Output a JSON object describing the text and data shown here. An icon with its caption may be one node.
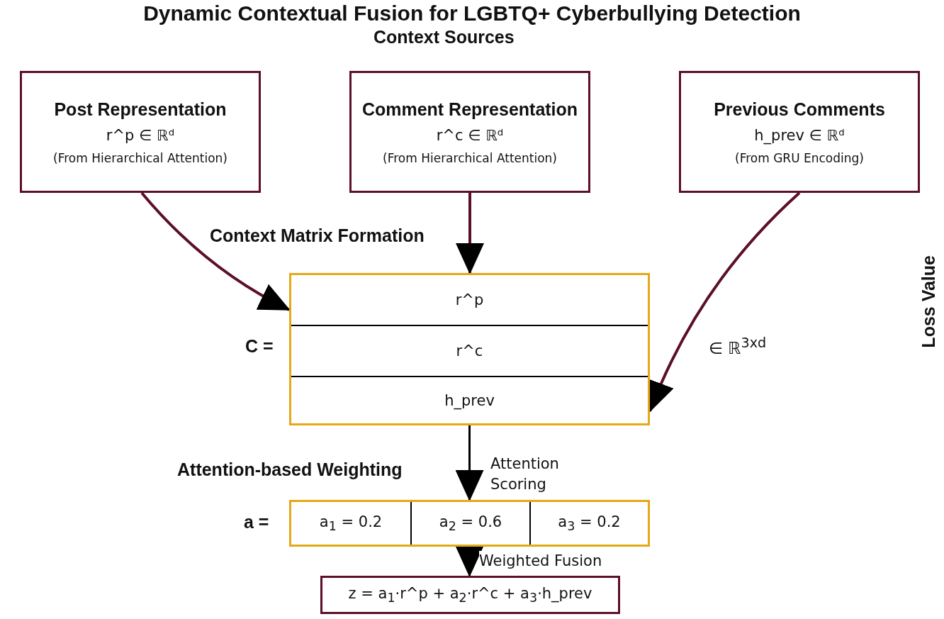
{
  "diagram": {
    "title": "Dynamic Contextual Fusion for LGBTQ+ Cyberbullying Detection",
    "nodes": [
      {
        "text": [
          "Post Representation",
          "r^p ∈ ℝᵈ",
          "(From Hierarchical Attention)"
        ]
      },
      {
        "text": [
          "Comment Representation",
          "r^c ∈ ℝᵈ",
          "(From Hierarchical Attention)"
        ]
      },
      {
        "text": [
          "Previous Comments",
          "h_prev ∈ ℝᵈ",
          "(From GRU Encoding)"
        ]
      },
      {
        "text": [],
        "shape": "box"
      },
      {
        "text": [
          "r^p"
        ],
        "in": 3
      },
      {
        "text": [
          "r^c"
        ],
        "in": 3
      },
      {
        "text": [
          "h_prev"
        ],
        "in": 3
      },
      {
        "text": [],
        "shape": "box"
      },
      {
        "text": [
          "a$_{1}$ = 0.2"
        ],
        "in": 7
      },
      {
        "text": [
          "a$_{2}$ = 0.6"
        ],
        "in": 7
      },
      {
        "text": [
          "a$_{3}$ = 0.2"
        ],
        "in": 7
      },
      {
        "text": [
          "z = a$_{1}$·r^p + a$_{2}$·r^c + a$_{3}$·h_prev"
        ]
      }
    ],
    "edges": [
      {
        "from": 0,
        "to": 3,
        "arrow": "to"
      },
      {
        "from": 1,
        "to": 3,
        "arrow": "to"
      },
      {
        "from": 2,
        "to": 3,
        "arrow": "to"
      },
      {
        "from": 3,
        "to": 7,
        "arrow": "to",
        "label": "Attention Scoring",
        "color": "#000000"
      },
      {
        "from": 7,
        "to": 11,
        "arrow": "to",
        "label": "Weighted Fusion",
        "color": "#000000"
      }
    ],
    "labels": [
      "Context Sources",
      "Context Matrix Formation",
      "C =",
      "∈ ℝ$^{3xd}$",
      "Attention-based Weighting",
      "a =",
      "Loss Value"
    ]
  }
}
